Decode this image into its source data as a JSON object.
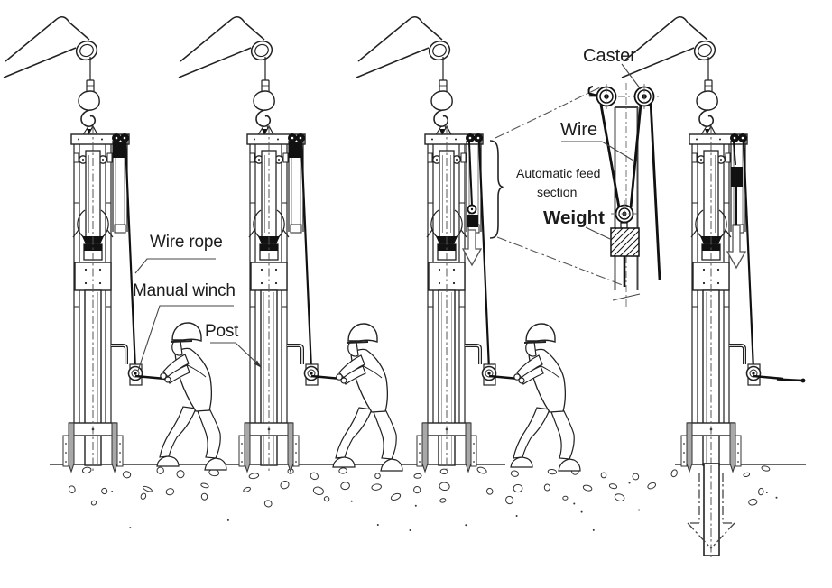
{
  "figure": {
    "labels": {
      "wire_rope": "Wire rope",
      "manual_winch": "Manual winch",
      "post": "Post",
      "caster": "Caster",
      "wire": "Wire",
      "automatic_feed_line1": "Automatic feed",
      "automatic_feed_line2": "section",
      "weight": "Weight"
    },
    "colors": {
      "ink": "#1f1f1f",
      "line_gray": "#555555",
      "spike_gray": "#a8a8a8",
      "background": "#ffffff"
    }
  }
}
